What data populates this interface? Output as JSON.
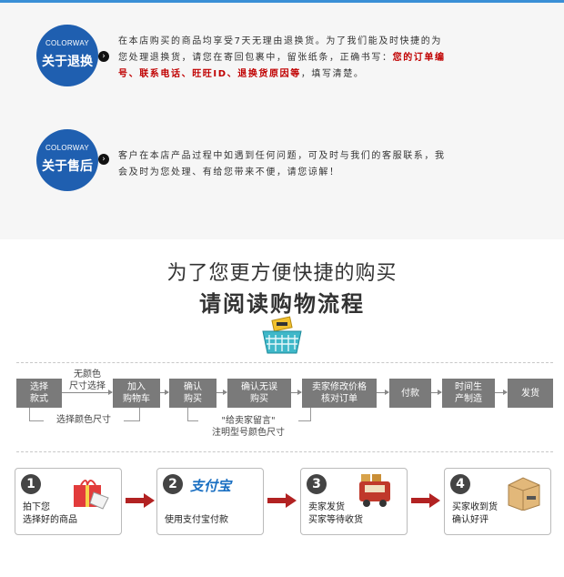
{
  "returns": {
    "brand": "COLORWAY",
    "title": "关于退换",
    "line1": "在本店购买的商品均享受7天无理由退换货。为了我们能及时快捷的为",
    "line2": "您处理退换货，请您在寄回包裹中，留张纸条，正确书写：",
    "line2_red": "您的订单编",
    "line3_red": "号、联系电话、旺旺ID、退换货原因等",
    "line3_end": "，填写清楚。"
  },
  "aftersale": {
    "brand": "COLORWAY",
    "title": "关于售后",
    "line1": "客户在本店产品过程中如遇到任何问题，可及时与我们的客服联系，我",
    "line2": "会及时为您处理、有给您带来不便，请您谅解！"
  },
  "flow": {
    "title1": "为了您更方便快捷的购买",
    "title2": "请阅读购物流程",
    "boxes": [
      "选择\n款式",
      "加入\n购物车",
      "确认\n购买",
      "确认无误\n购买",
      "卖家修改价格\n核对订单",
      "付款",
      "时间生\n产制造",
      "发货"
    ],
    "label_top": "无颜色\n尺寸选择",
    "label_bottom1": "选择颜色尺寸",
    "label_bottom2": "\"给卖家留言\"\n注明型号颜色尺寸"
  },
  "steps": [
    {
      "num": "1",
      "text": "拍下您\n选择好的商品"
    },
    {
      "num": "2",
      "text": "使用支付宝付款",
      "logo": "支付宝"
    },
    {
      "num": "3",
      "text": "卖家发货\n买家等待收货"
    },
    {
      "num": "4",
      "text": "买家收到货\n确认好评"
    }
  ],
  "colors": {
    "circle": "#1f5fb0",
    "box": "#7a7a7a",
    "arrow": "#b22222",
    "red": "#c00000"
  },
  "icons": [
    "gift-tag-icon",
    "alipay-logo",
    "delivery-truck-icon",
    "package-box-icon",
    "shopping-basket-icon"
  ]
}
